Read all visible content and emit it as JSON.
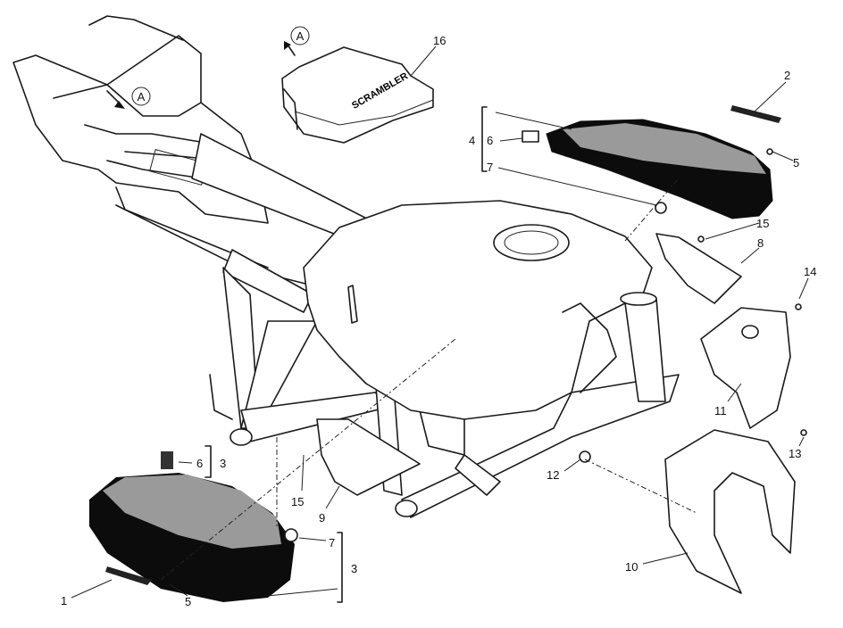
{
  "diagram": {
    "view_marker": "A",
    "seat_logo": "SCRAMBLER",
    "callouts": {
      "c16": "16",
      "c2": "2",
      "c4": "4",
      "c6_top": "6",
      "c7_top": "7",
      "c5_top": "5",
      "c15_top": "15",
      "c8": "8",
      "c14": "14",
      "c11": "11",
      "c13": "13",
      "c12": "12",
      "c10": "10",
      "c6_bottom": "6",
      "c3_upper": "3",
      "c15_bottom": "15",
      "c9": "9",
      "c7_bottom": "7",
      "c3_lower": "3",
      "c1": "1",
      "c5_bottom": "5"
    },
    "colors": {
      "line": "#1a1a1a",
      "panel_dark": "#0c0c0c",
      "panel_grey": "#9a9a9a"
    }
  }
}
